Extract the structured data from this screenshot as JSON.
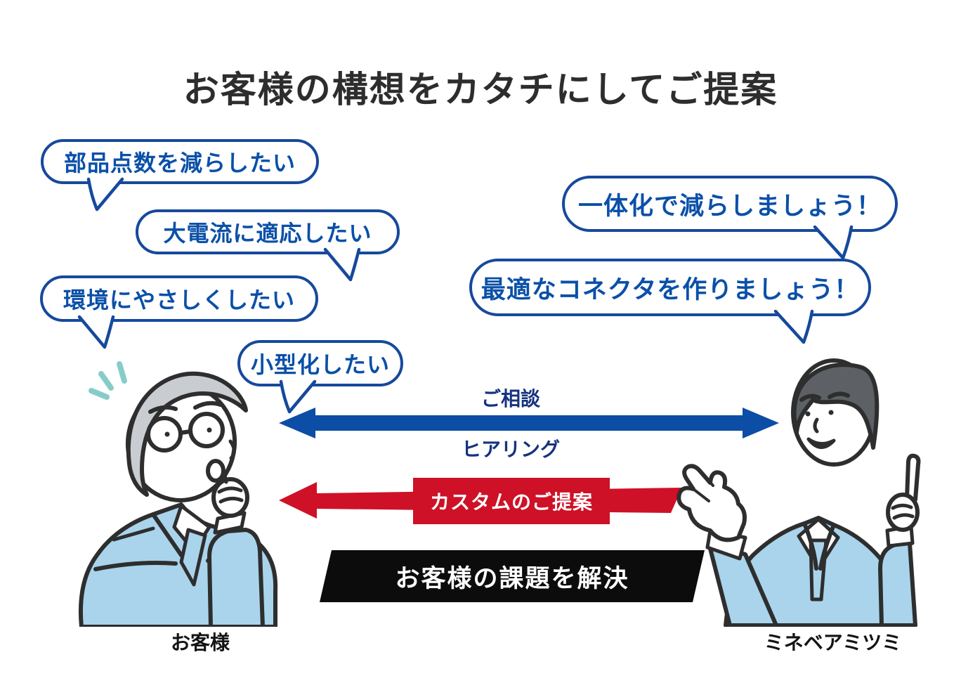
{
  "title": "お客様の構想をカタチにしてご提案",
  "customer": {
    "label": "お客様",
    "bubbles": [
      "部品点数を減らしたい",
      "大電流に適応したい",
      "環境にやさしくしたい",
      "小型化したい"
    ]
  },
  "company": {
    "label": "ミネベアミツミ",
    "bubbles": [
      "一体化で減らしましょう！",
      "最適なコネクタを作りましょう！"
    ]
  },
  "flow": {
    "consultation": "ご相談",
    "hearing": "ヒアリング",
    "proposal": "カスタムのご提案",
    "solution": "お客様の課題を解決"
  },
  "colors": {
    "bubble_blue": "#0a50a8",
    "bubble_border_blue": "#16499c",
    "arrow_blue": "#0c4da6",
    "flow_label_navy": "#16337f",
    "accent_red": "#ce1126",
    "banner_black": "#0c0c0c",
    "suit_light_blue": "#a9d4ec",
    "outline_dark": "#2e2e2e",
    "hair_gray": "#c9cdd2",
    "hair_dark_gray": "#5d6165",
    "sparkle_teal": "#86cdc9",
    "title_dark": "#2d2d2d"
  },
  "icons": {
    "consultation_arrow": "double-headed-arrow",
    "proposal_arrow": "left-arrow",
    "sparkle": "sparkle-marks"
  }
}
